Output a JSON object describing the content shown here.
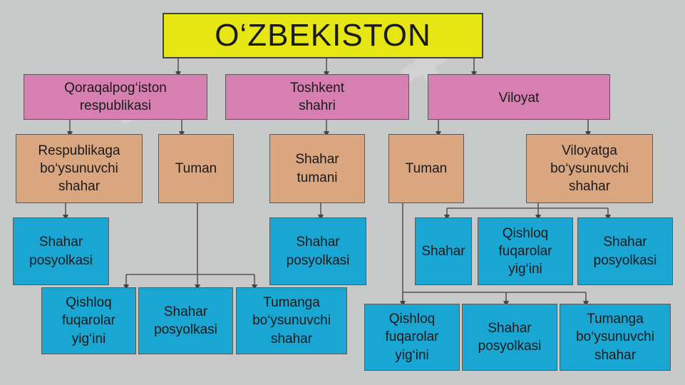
{
  "diagram": {
    "root": "O‘ZBEKISTON",
    "level1": {
      "qoraqalpogiston": "Qoraqalpog‘iston\nrespublikasi",
      "toshkent": "Toshkent\nshahri",
      "viloyat": "Viloyat"
    },
    "level2": {
      "respublikaga": "Respublikaga\nbo‘ysunuvchi\nshahar",
      "tuman_left": "Tuman",
      "shahar_tumani": "Shahar\ntumani",
      "tuman_right": "Tuman",
      "viloyatga": "Viloyatga\nbo‘ysunuvchi\nshahar"
    },
    "level3": {
      "shahar_posyolkasi_1": "Shahar\nposyolkasi",
      "shahar_posyolkasi_2": "Shahar\nposyolkasi",
      "shahar_1": "Shahar",
      "qishloq_1": "Qishloq\nfuqarolar\nyig‘ini",
      "shahar_posyolkasi_3": "Shahar\nposyolkasi"
    },
    "level4": {
      "qishloq_2": "Qishloq\nfuqarolar\nyig‘ini",
      "shahar_posyolkasi_4": "Shahar\nposyolkasi",
      "tumanga_1": "Tumanga\nbo‘ysunuvchi\nshahar",
      "qishloq_3": "Qishloq\nfuqarolar\nyig‘ini",
      "shahar_posyolkasi_5": "Shahar\nposyolkasi",
      "tumanga_2": "Tumanga\nbo‘ysunuvchi\nshahar"
    },
    "colors": {
      "root": "#e6e614",
      "level1": "#d77fb1",
      "level2": "#d9a680",
      "leaf": "#1aa6d3",
      "background": "#c8c9c9"
    }
  }
}
